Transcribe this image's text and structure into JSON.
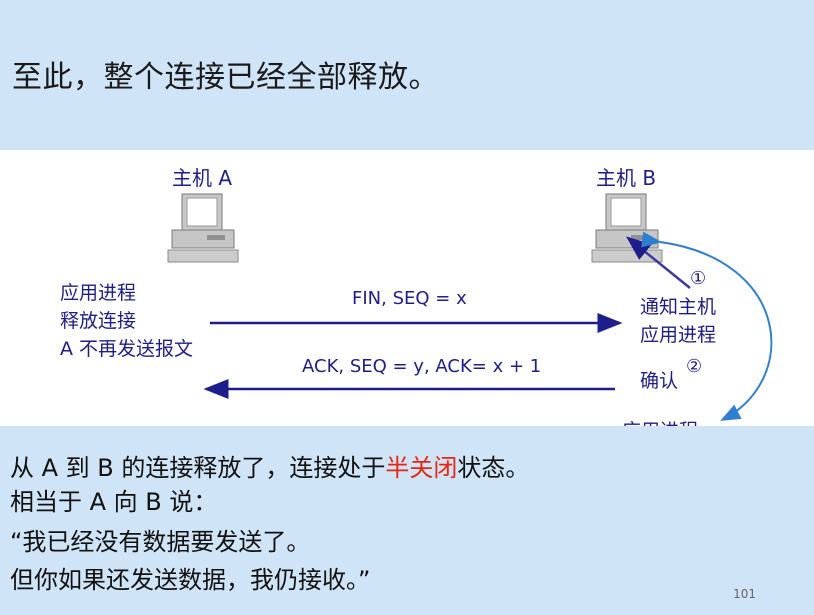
{
  "headline": "至此，整个连接已经全部释放。",
  "diagram": {
    "host_a_label": "主机 A",
    "host_b_label": "主机 B",
    "host_a_note": [
      "应用进程",
      "释放连接",
      "A 不再发送报文"
    ],
    "host_b_notify": [
      "通知主机",
      "应用进程"
    ],
    "host_b_confirm": "确认",
    "host_b_partial": "应用进程",
    "fin_message": "FIN, SEQ = x",
    "ack_message": "ACK, SEQ = y, ACK= x + 1",
    "step1": "①",
    "step2": "②",
    "arrow_color": "#1d1d8c",
    "curve_color": "#2f7fd0"
  },
  "bottom": {
    "line1_before": "从 A 到 B 的连接释放了，连接处于",
    "line1_highlight": "半关闭",
    "line1_after": "状态。",
    "line2": "相当于 A 向 B 说：",
    "line3": "“我已经没有数据要发送了。",
    "line4": "但你如果还发送数据，我仍接收。”",
    "highlight_color": "#e8250f"
  },
  "page_number": "101"
}
